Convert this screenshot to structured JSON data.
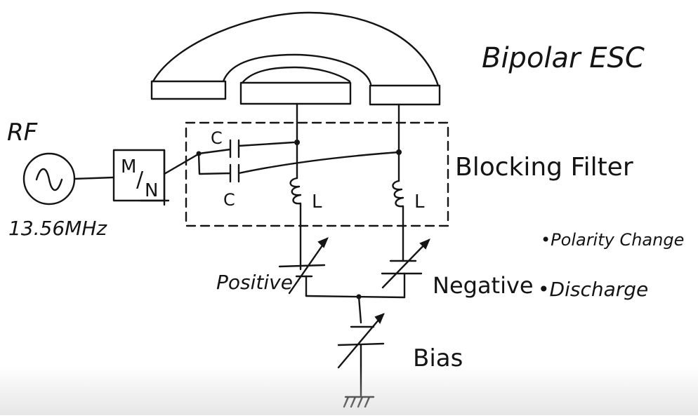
{
  "labels": {
    "title": "Bipolar ESC",
    "rf": "RF",
    "frequency": "13.56MHz",
    "matching_network_top": "M",
    "matching_network_bottom": "N",
    "matching_network_slash": "/",
    "filter": "Blocking Filter",
    "capacitor_top": "C",
    "capacitor_bottom": "C",
    "inductor_left": "L",
    "inductor_right": "L",
    "positive": "Positive",
    "negative": "Negative",
    "bias": "Bias",
    "note_1": "•Polarity Change",
    "note_2": "•Discharge"
  },
  "colors": {
    "ink": "#141414",
    "background": "#ffffff"
  }
}
